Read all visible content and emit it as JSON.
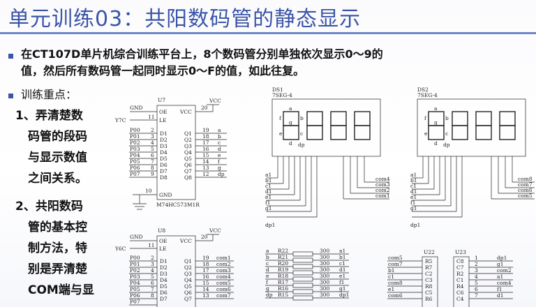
{
  "slide": {
    "title": "单元训练03：共阳数码管的静态显示",
    "task_line1": "在CT107D单片机综合训练平台上，8个数码管分别单独依次显示0～9的",
    "task_line2": "值，然后所有数码管一起同时显示0～F的值，如此往复。",
    "focus_heading": "训练重点：",
    "point1_lines": [
      "1、弄清楚数",
      "码管的段码",
      "与显示数值",
      "之间关系。"
    ],
    "point2_lines": [
      "2、共阳数码",
      "管的基本控",
      "制方法，特",
      "别是弄清楚",
      "COM端与显"
    ]
  },
  "schematic": {
    "u7": {
      "ref": "U7",
      "gnd": "GND",
      "vcc_net": "VCC",
      "vcc": "VCC",
      "pin20": "20",
      "pin11": "11",
      "pin10": "10",
      "ctrl_net": "Y7C",
      "oe": "OE",
      "le": "LE",
      "gnd_pin": "GND",
      "part": "M74HC573M1R",
      "in_nets": [
        "P00",
        "P01",
        "P02",
        "P03",
        "P04",
        "P05",
        "P06",
        "P07"
      ],
      "in_pins": [
        "D1",
        "D2",
        "D3",
        "D4",
        "D5",
        "D6",
        "D7",
        "D8"
      ],
      "in_nums": [
        "2",
        "3",
        "4",
        "5",
        "6",
        "7",
        "8",
        "9"
      ],
      "out_pins": [
        "Q1",
        "Q2",
        "Q3",
        "Q4",
        "Q5",
        "Q6",
        "Q7",
        "Q8"
      ],
      "out_nums": [
        "19",
        "18",
        "17",
        "16",
        "15",
        "14",
        "13",
        "12"
      ],
      "out_nets": [
        "a",
        "b",
        "c",
        "d",
        "e",
        "f",
        "g",
        "dp"
      ]
    },
    "u8": {
      "ref": "U8",
      "gnd": "GND",
      "vcc_net": "VCC",
      "vcc": "VCC",
      "pin20": "20",
      "pin11": "11",
      "ctrl_net": "Y6C",
      "oe": "OE",
      "le": "LE",
      "in_nets": [
        "P00",
        "P01",
        "P02",
        "P03",
        "P04",
        "P05",
        "P06",
        "P07"
      ],
      "in_pins": [
        "D1",
        "D2",
        "D3",
        "D4",
        "D5",
        "D6",
        "D7"
      ],
      "in_nums": [
        "2",
        "3",
        "4",
        "5",
        "6",
        "7",
        "8"
      ],
      "out_pins": [
        "Q1",
        "Q2",
        "Q3",
        "Q4",
        "Q5",
        "Q6",
        "Q7"
      ],
      "out_nums": [
        "19",
        "18",
        "17",
        "16",
        "15",
        "14",
        "13"
      ],
      "out_nets": [
        "com1",
        "com2",
        "com3",
        "com4",
        "com5",
        "com6",
        "com7"
      ]
    },
    "ds1": {
      "ref": "DS1",
      "type": "7SEG-4",
      "seg_letters": [
        "a",
        "f",
        "b",
        "g",
        "e",
        "c",
        "d",
        "dp"
      ],
      "left_nets": [
        "a1",
        "b1",
        "c1",
        "d1",
        "e1",
        "f1",
        "g1",
        "dp1"
      ],
      "right_nets": [
        "com4",
        "com3",
        "com2",
        "com1"
      ]
    },
    "ds2": {
      "ref": "DS2",
      "type": "7SEG-4",
      "seg_letters": [
        "a",
        "f",
        "b",
        "g",
        "e",
        "c",
        "d",
        "dp"
      ],
      "left_nets": [
        "a1",
        "b1",
        "c1",
        "d1",
        "e1",
        "f1",
        "g1",
        "dp1"
      ],
      "right_nets": [
        "com8",
        "com7",
        "com6",
        "com5"
      ]
    },
    "resistors": {
      "left_nets": [
        "a",
        "b",
        "c",
        "d",
        "e",
        "f",
        "g",
        "dp"
      ],
      "refs": [
        "R22",
        "R21",
        "R20",
        "R19",
        "R18",
        "R17",
        "R16",
        "R15"
      ],
      "values": [
        "300",
        "300",
        "300",
        "300",
        "300",
        "300",
        "300",
        "300"
      ],
      "right_nets": [
        "a1",
        "b1",
        "c1",
        "d1",
        "e1",
        "f1",
        "g1",
        "dp1"
      ]
    },
    "u22": {
      "ref": "U22",
      "nets": [
        "com5",
        "com7",
        "b1",
        "c1",
        "com8",
        "e1",
        "com6"
      ],
      "pins": [
        "R5",
        "R7",
        "C2",
        "C3",
        "R8",
        "C5",
        "R6"
      ]
    },
    "u23": {
      "ref": "U23",
      "pins": [
        "C8",
        "C7",
        "R2",
        "C1",
        "R4",
        "C6",
        "C4"
      ],
      "nums": [
        "1",
        "2",
        "3",
        "4",
        "5",
        "6",
        "7"
      ],
      "nets": [
        "dp1",
        "g1",
        "com2",
        "a1",
        "com4",
        "f1",
        "d1"
      ]
    }
  }
}
